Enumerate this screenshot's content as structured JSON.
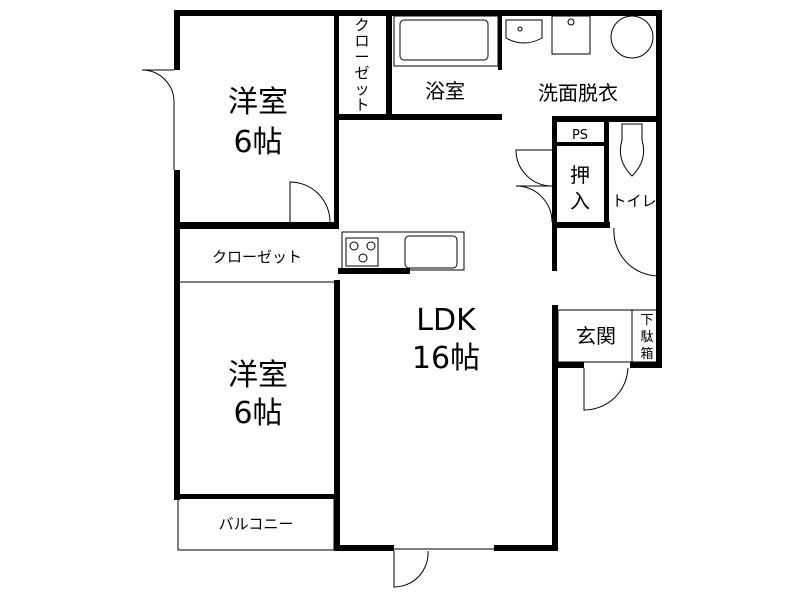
{
  "rooms": {
    "bedroom1": {
      "name": "洋室",
      "size": "6帖"
    },
    "bedroom2": {
      "name": "洋室",
      "size": "6帖"
    },
    "closet_top": "クローゼット",
    "closet_mid": "クローゼット",
    "bath": "浴室",
    "washroom": "洗面脱衣",
    "ps": "PS",
    "oshiire": [
      "押",
      "入"
    ],
    "toilet": "トイレ",
    "ldk": {
      "name": "LDK",
      "size": "16帖"
    },
    "genkan": "玄関",
    "getabako": [
      "下",
      "駄",
      "箱"
    ],
    "balcony": "バルコニー"
  }
}
